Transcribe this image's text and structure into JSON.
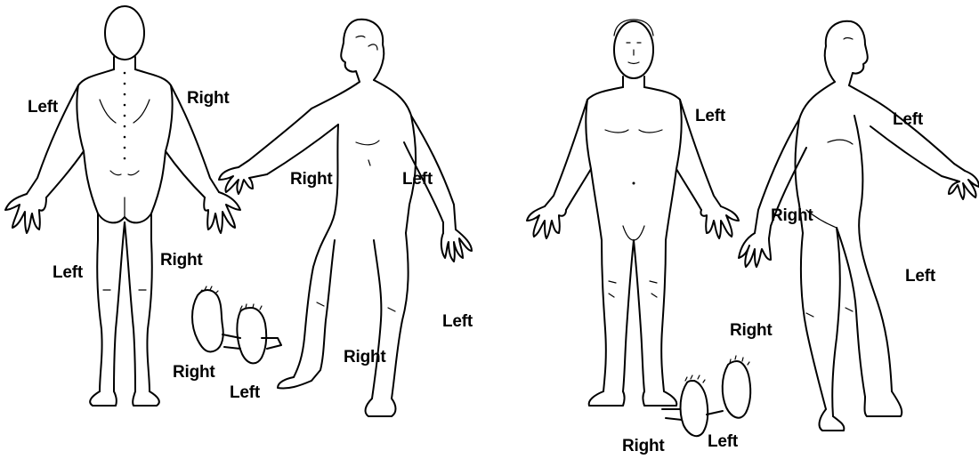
{
  "labels": {
    "left": "Left",
    "right": "Right"
  },
  "figures": [
    {
      "name": "posterior-view"
    },
    {
      "name": "right-lateral-view"
    },
    {
      "name": "anterior-view"
    },
    {
      "name": "left-lateral-view"
    }
  ],
  "colors": {
    "line": "#000000",
    "background": "#ffffff"
  }
}
